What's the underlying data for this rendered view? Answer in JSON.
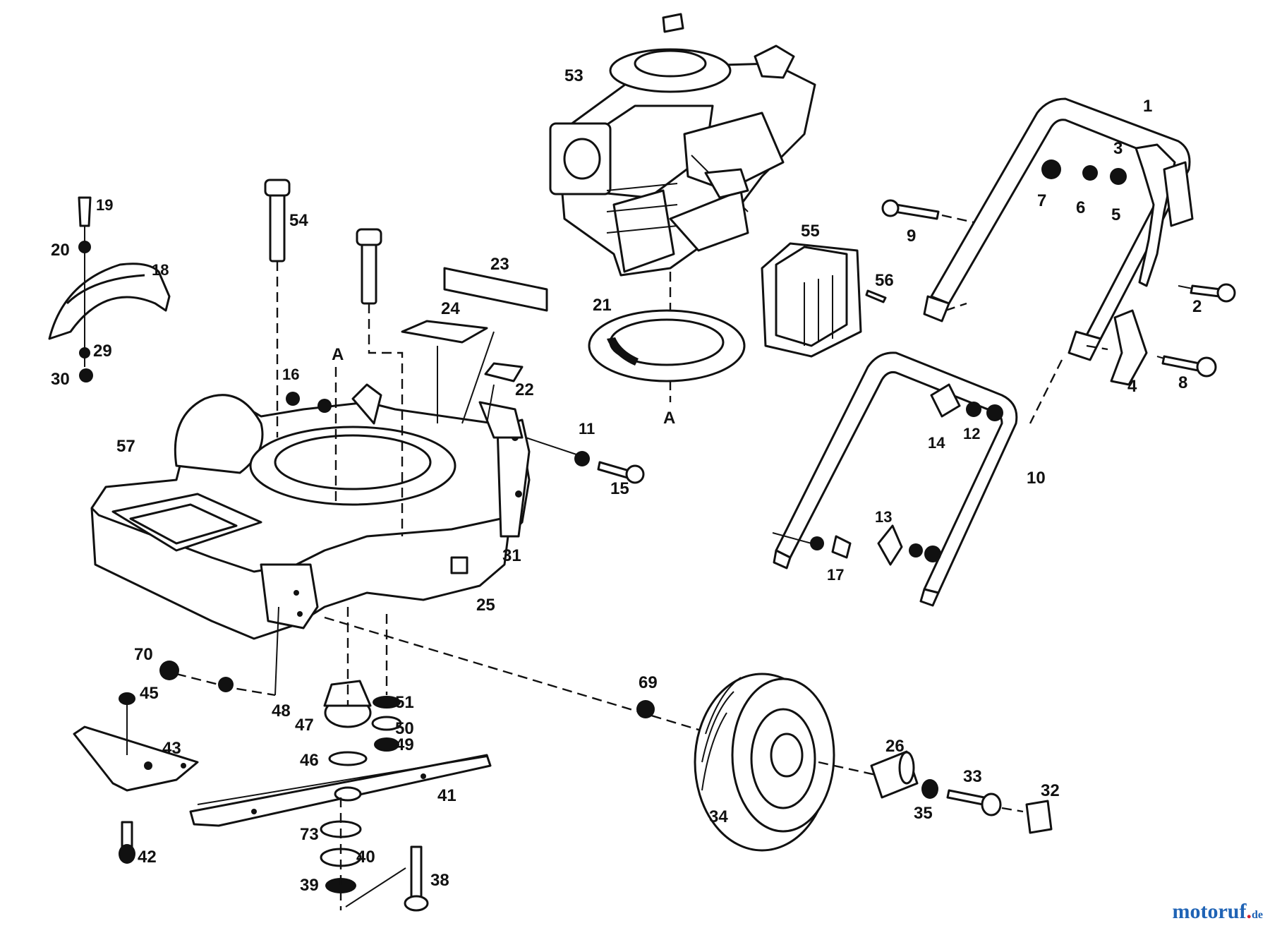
{
  "figure": {
    "labels": [
      "1",
      "2",
      "3",
      "4",
      "5",
      "6",
      "7",
      "8",
      "9",
      "10",
      "11",
      "12",
      "13",
      "14",
      "15",
      "16",
      "17",
      "18",
      "19",
      "20",
      "21",
      "22",
      "23",
      "24",
      "25",
      "26",
      "29",
      "30",
      "31",
      "32",
      "33",
      "34",
      "35",
      "38",
      "39",
      "40",
      "41",
      "42",
      "43",
      "45",
      "46",
      "47",
      "48",
      "49",
      "50",
      "51",
      "53",
      "54",
      "55",
      "56",
      "57",
      "69",
      "70",
      "73",
      "A"
    ]
  },
  "watermark": {
    "name": "motoruf",
    "dot": ".",
    "tld": "de"
  }
}
